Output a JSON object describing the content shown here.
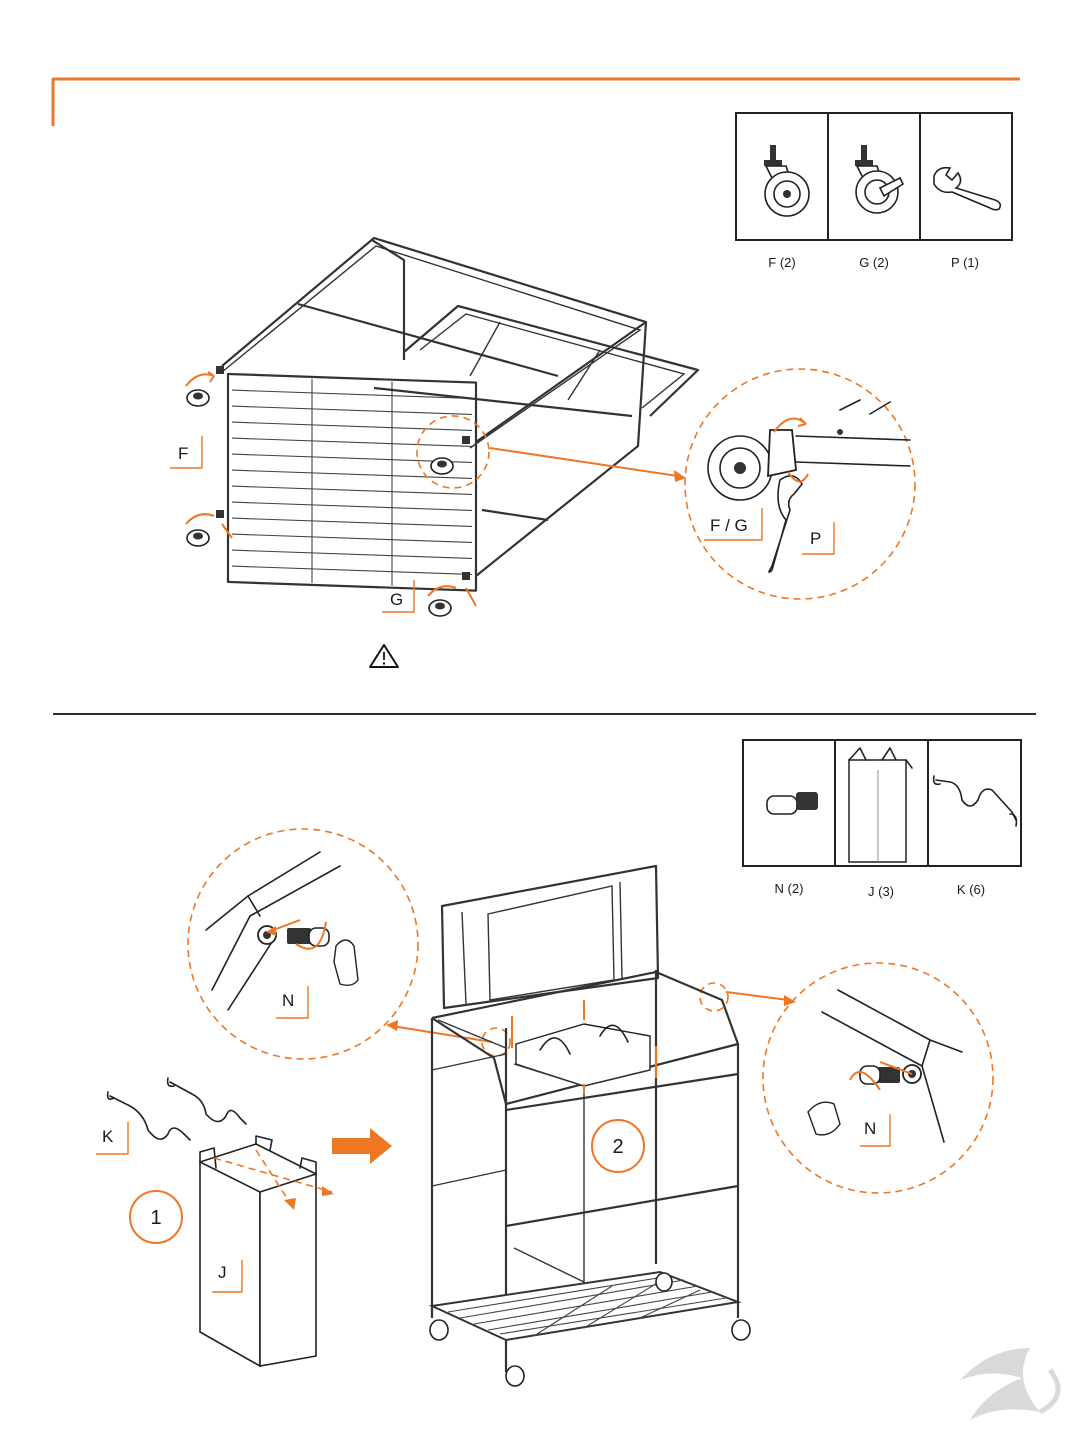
{
  "step1": {
    "parts": [
      {
        "label": "F (2)",
        "icon": "swivel-caster-icon"
      },
      {
        "label": "G (2)",
        "icon": "locking-caster-icon"
      },
      {
        "label": "P (1)",
        "icon": "wrench-icon"
      }
    ],
    "callouts": {
      "f": "F",
      "g": "G",
      "fg": "F / G",
      "p": "P"
    },
    "warning_icon": "warning-triangle-icon"
  },
  "step2": {
    "parts": [
      {
        "label": "N (2)",
        "icon": "knob-pin-icon"
      },
      {
        "label": "J (3)",
        "icon": "fabric-bag-icon"
      },
      {
        "label": "K (6)",
        "icon": "wire-hanger-icon"
      }
    ],
    "callouts": {
      "k": "K",
      "j": "J",
      "n_left": "N",
      "n_right": "N"
    },
    "steps": [
      "1",
      "2"
    ]
  },
  "colors": {
    "accent": "#EE7724",
    "line": "#333333"
  },
  "logo": "brand-swirl-logo"
}
